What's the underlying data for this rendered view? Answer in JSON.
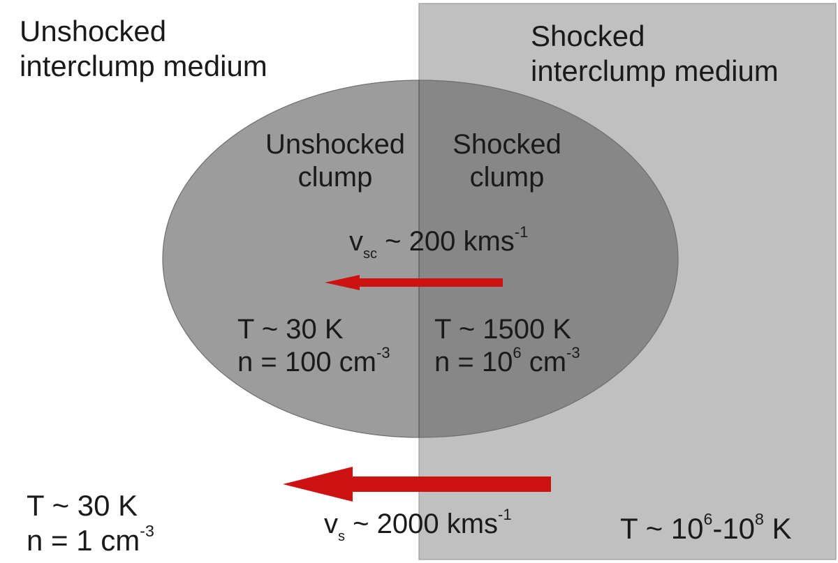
{
  "colors": {
    "background": "#ffffff",
    "shocked_region": "#c0c0c0",
    "unshocked_clump": "#9c9c9c",
    "shocked_clump": "#878787",
    "arrow": "#cc1111"
  },
  "regions": {
    "unshocked_interclump": {
      "line1": "Unshocked",
      "line2": "interclump medium"
    },
    "shocked_interclump": {
      "line1": "Shocked",
      "line2": "interclump medium"
    }
  },
  "clump": {
    "unshocked": {
      "line1": "Unshocked",
      "line2": "clump"
    },
    "shocked": {
      "line1": "Shocked",
      "line2": "clump"
    }
  },
  "velocities": {
    "clump_shock": {
      "symbol": "v",
      "subscript": "sc",
      "value": "~ 200 kms",
      "exponent": "-1"
    },
    "interclump_shock": {
      "symbol": "v",
      "subscript": "s",
      "value": "~ 2000 kms",
      "exponent": "-1"
    }
  },
  "conditions": {
    "unshocked_clump": {
      "temperature": "T ~ 30 K",
      "density_prefix": "n = 100 cm",
      "density_exponent": "-3"
    },
    "shocked_clump": {
      "temperature": "T ~ 1500 K",
      "density_prefix": "n = 10",
      "density_power": "6",
      "density_unit": " cm",
      "density_exponent": "-3"
    },
    "unshocked_interclump": {
      "temperature": "T ~ 30 K",
      "density_prefix": "n = 1 cm",
      "density_exponent": "-3"
    },
    "shocked_interclump": {
      "temperature_prefix": "T ~ 10",
      "power_low": "6",
      "dash": "-10",
      "power_high": "8",
      "unit": " K"
    }
  }
}
